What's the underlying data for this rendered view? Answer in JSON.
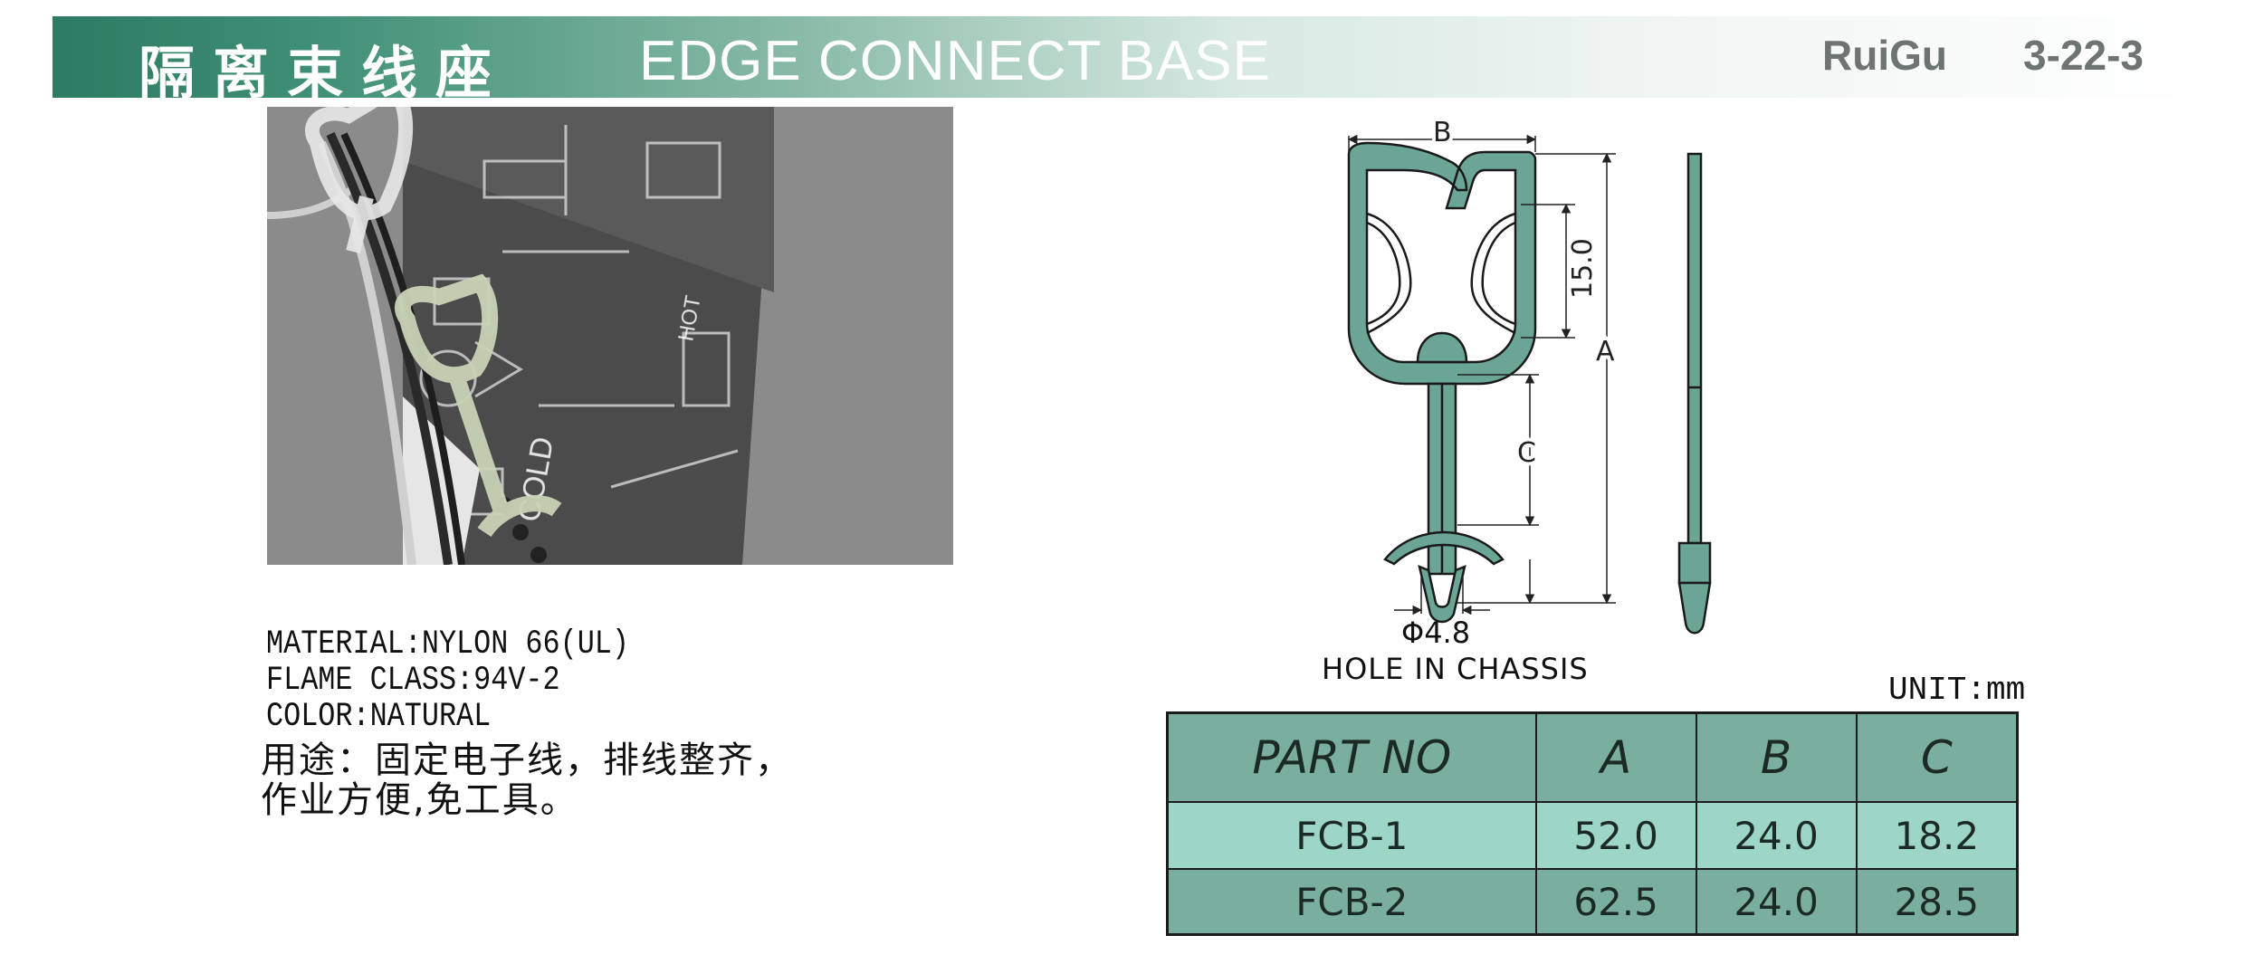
{
  "header": {
    "title_cn": "隔离束线座",
    "title_en": "EDGE CONNECT BASE",
    "brand": "RuiGu",
    "page_code": "3-22-3"
  },
  "specs": {
    "material": "MATERIAL:NYLON 66(UL)",
    "flame_class": "FLAME CLASS:94V-2",
    "color": "COLOR:NATURAL"
  },
  "usage": {
    "line1": "用途：固定电子线，排线整齐，",
    "line2": "作业方便,免工具。"
  },
  "drawing": {
    "dim_b": "B",
    "dim_15": "15.0",
    "dim_a": "A",
    "dim_c": "C",
    "hole_diameter": "Φ4.8",
    "hole_caption": "HOLE IN CHASSIS"
  },
  "unit": "UNIT:mm",
  "table": {
    "headers": [
      "PART NO",
      "A",
      "B",
      "C"
    ],
    "rows": [
      [
        "FCB-1",
        "52.0",
        "24.0",
        "18.2"
      ],
      [
        "FCB-2",
        "62.5",
        "24.0",
        "28.5"
      ]
    ]
  },
  "colors": {
    "brand_green": "#2c7b62",
    "part_green": "#6aa596",
    "table_header": "#7aae9e",
    "table_row_light": "#9dd6c6"
  }
}
